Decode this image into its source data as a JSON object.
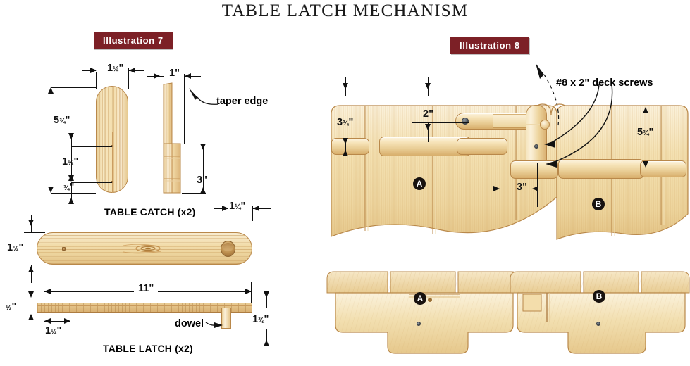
{
  "title": "TABLE LATCH MECHANISM",
  "badges": {
    "left": "Illustration 7",
    "right": "Illustration 8",
    "color": "#7c2026"
  },
  "illustration7": {
    "caption_catch": "TABLE CATCH (x2)",
    "caption_latch": "TABLE LATCH (x2)",
    "note_taper": "taper edge",
    "note_dowel": "dowel",
    "dimensions": {
      "catch_width": "1½\"",
      "catch_height": "5¾\"",
      "catch_mid": "1½\"",
      "catch_bottom": "¾\"",
      "edge_width": "1\"",
      "edge_height": "3\"",
      "latch_thickness_top": "1½\"",
      "latch_hole_offset": "1¼\"",
      "latch_length": "11\"",
      "latch_edge_thickness": "½\"",
      "latch_end_offset": "1½\"",
      "latch_dowel_drop": "1⅜\""
    }
  },
  "illustration8": {
    "note_screws": "#8 x 2\"  deck screws",
    "marker_a": "A",
    "marker_b": "B",
    "dimensions": {
      "left_drop": "3¾\"",
      "center_drop": "2\"",
      "gap": "3\"",
      "right_drop": "5¾\""
    }
  },
  "palette": {
    "wood_light": "#f7e8c2",
    "wood_mid": "#f3dfae",
    "wood_dark": "#d9b071",
    "wood_outline": "#b9884a",
    "ink": "#111111",
    "badge": "#7c2026"
  }
}
